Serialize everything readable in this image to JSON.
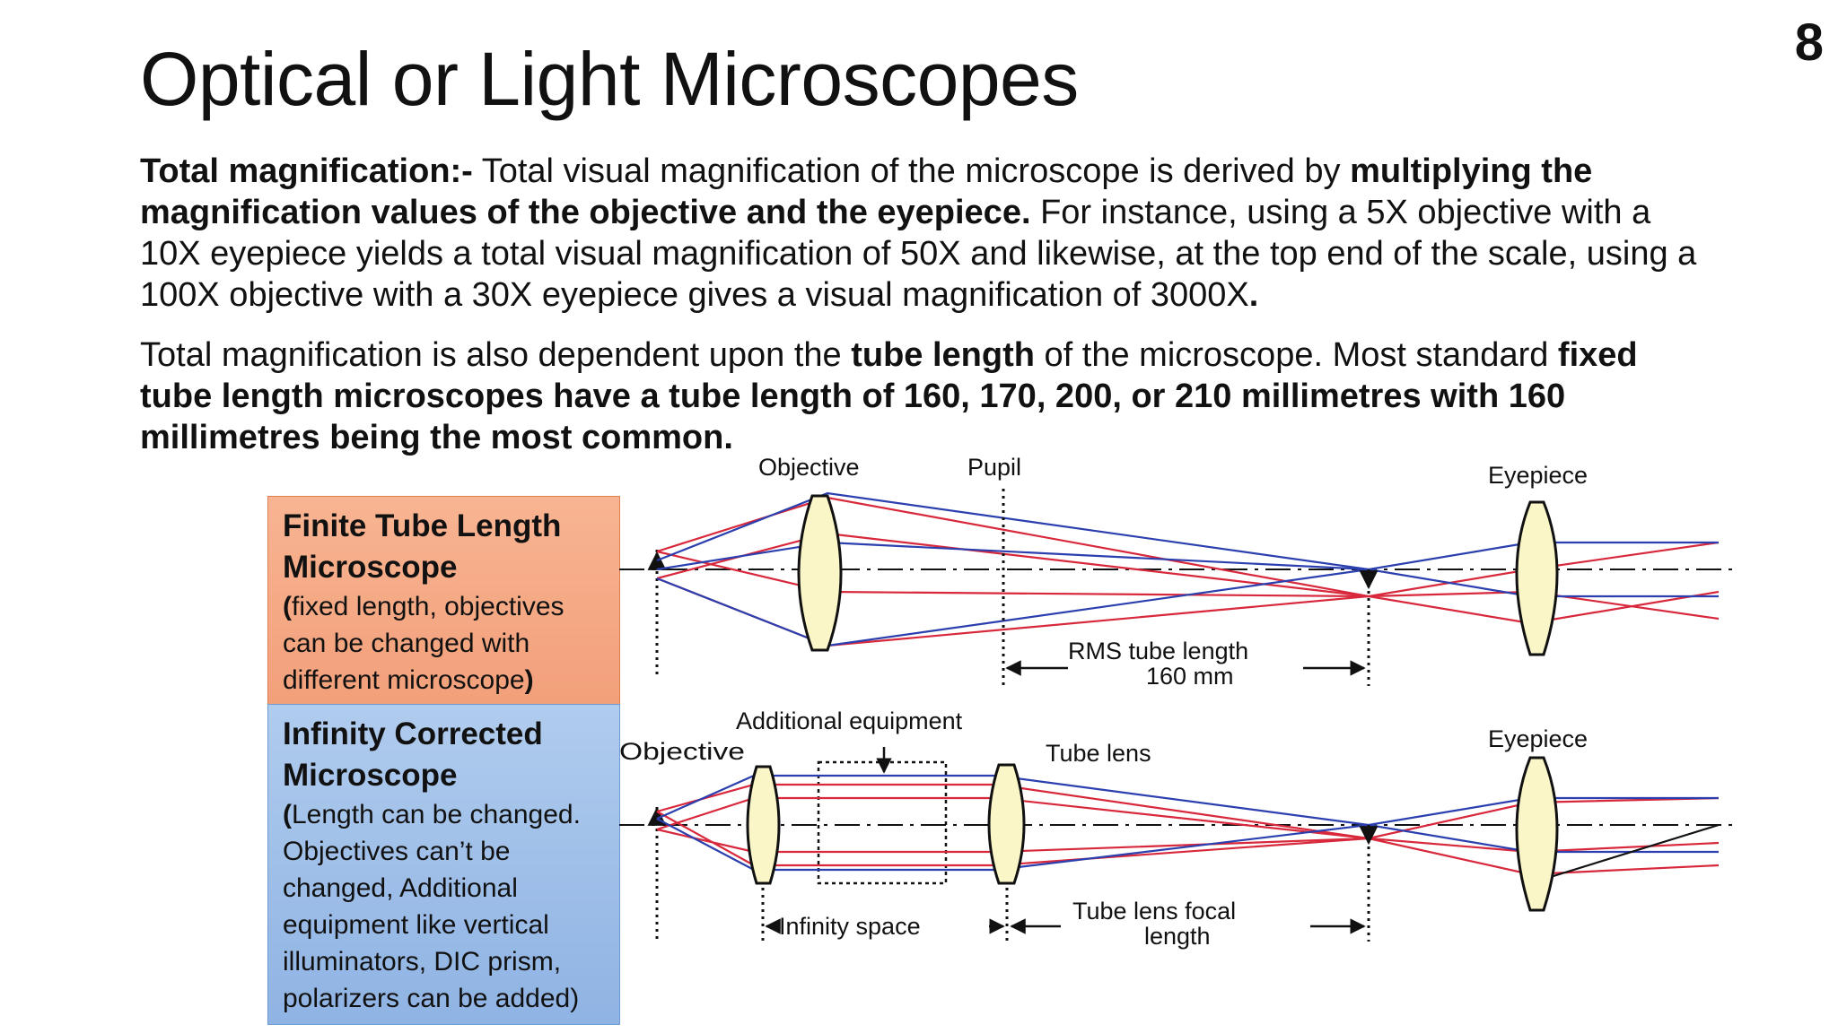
{
  "slide": {
    "number": "8",
    "title": "Optical or Light Microscopes"
  },
  "paragraph1": {
    "lead_bold": "Total magnification:-",
    "text1": " Total visual magnification of the microscope is derived by ",
    "bold1": "multiplying the magnification values of the objective and the eyepiece.",
    "text2": " For instance, using a 5X objective with a 10X eyepiece yields a total visual magnification of 50X and likewise, at the top end of the scale, using a 100X objective with a 30X eyepiece gives a visual magnification of 3000X",
    "end_bold": "."
  },
  "paragraph2": {
    "text1": "Total magnification is also dependent upon the ",
    "bold1": "tube length",
    "text2": " of the microscope. Most standard ",
    "bold2": "fixed tube length microscopes have a tube length of 160, 170, 200, or 210 millimetres with 160 millimetres being the most common."
  },
  "finite_box": {
    "title": "Finite Tube Length Microscope",
    "open_paren": "(",
    "body": "fixed length, objectives can be changed with different microscope",
    "close_paren": ")",
    "color": "#f5a883"
  },
  "infinity_box": {
    "title": "Infinity Corrected Microscope",
    "open_paren": "(",
    "body": "Length can be changed. Objectives can’t be changed, Additional equipment like vertical illuminators, DIC prism, polarizers can be added)",
    "color": "#9cbde6"
  },
  "diagram": {
    "top": {
      "objective": "Objective",
      "pupil": "Pupil",
      "eyepiece": "Eyepiece",
      "rms_line1": "RMS tube length",
      "rms_line2": "160 mm"
    },
    "bottom": {
      "additional": "Additional equipment",
      "objective": "Objective",
      "tube_lens": "Tube lens",
      "eyepiece": "Eyepiece",
      "infinity_space": "Infinity space",
      "focal_line1": "Tube lens focal",
      "focal_line2": "length"
    },
    "ray_colors": {
      "red": "#d8283c",
      "blue": "#2b3fae",
      "lens_fill": "#fbf6c8"
    }
  }
}
